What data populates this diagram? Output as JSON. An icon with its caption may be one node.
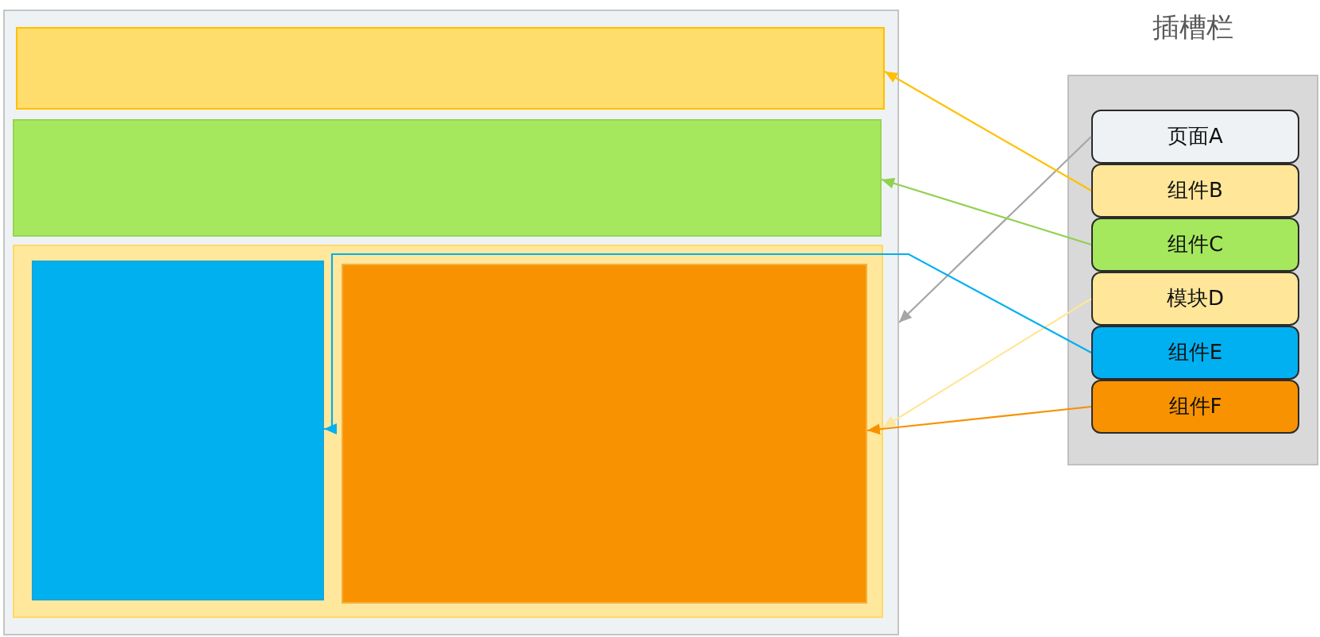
{
  "diagram": {
    "nodes": [
      {
        "text": [],
        "shape": "box"
      },
      {
        "text": [],
        "shape": "box",
        "in": 0
      },
      {
        "text": [],
        "shape": "box",
        "in": 0
      },
      {
        "text": [],
        "shape": "box",
        "in": 0
      },
      {
        "text": [],
        "shape": "box",
        "in": 3
      },
      {
        "text": [],
        "shape": "box",
        "in": 3
      },
      {
        "text": [
          "插槽栏"
        ]
      },
      {
        "text": [
          "页面A"
        ],
        "in": 6
      },
      {
        "text": [
          "组件B"
        ],
        "in": 6
      },
      {
        "text": [
          "组件C"
        ],
        "in": 6
      },
      {
        "text": [
          "模块D"
        ],
        "in": 6
      },
      {
        "text": [
          "组件E"
        ],
        "in": 6
      },
      {
        "text": [
          "组件F"
        ],
        "in": 6
      }
    ],
    "edges": [
      {
        "from": 7,
        "to": 0,
        "arrow": "to",
        "color": "#a6a6a6"
      },
      {
        "from": 8,
        "to": 1,
        "arrow": "to",
        "color": "#ffc000"
      },
      {
        "from": 9,
        "to": 2,
        "arrow": "to",
        "color": "#92d050"
      },
      {
        "from": 10,
        "to": 3,
        "arrow": "to",
        "color": "#ffe699"
      },
      {
        "from": 11,
        "to": 4,
        "arrow": "to",
        "color": "#00b0f0"
      },
      {
        "from": 12,
        "to": 5,
        "arrow": "to",
        "color": "#f79100"
      }
    ]
  }
}
